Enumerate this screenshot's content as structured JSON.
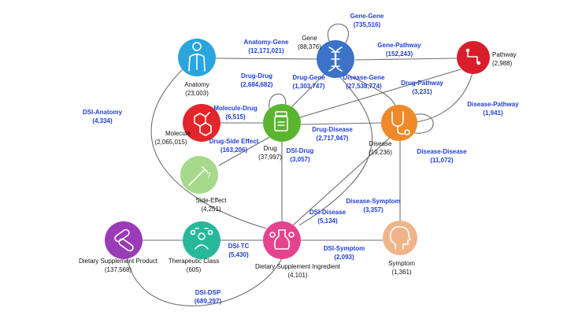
{
  "nodes": [
    {
      "id": "gene",
      "name": "Gene",
      "count": "(88,376)",
      "color": "#3c72c8",
      "icon": "dna-icon"
    },
    {
      "id": "pathway",
      "name": "Pathway",
      "count": "(2,988)",
      "color": "#d81e2a",
      "icon": "pathway-icon"
    },
    {
      "id": "anatomy",
      "name": "Anatomy",
      "count": "(23,003)",
      "color": "#2aa5dd",
      "icon": "body-icon"
    },
    {
      "id": "molecule",
      "name": "Molecule",
      "count": "(2,065,015)",
      "color": "#e2262b",
      "icon": "molecule-icon"
    },
    {
      "id": "drug",
      "name": "Drug",
      "count": "(37,997)",
      "color": "#5cb531",
      "icon": "pill-bottle-icon"
    },
    {
      "id": "disease",
      "name": "Disease",
      "count": "(19,236)",
      "color": "#ee8a2a",
      "icon": "stethoscope-icon"
    },
    {
      "id": "side_effect",
      "name": "Side-Effect",
      "count": "(4,251)",
      "color": "#a6d98c",
      "icon": "syringe-icon"
    },
    {
      "id": "dsp",
      "name": "Dietary Supplement Product",
      "count": "(137,568)",
      "color": "#9a3bb7",
      "icon": "capsules-icon"
    },
    {
      "id": "tc",
      "name": "Therapeutic Class",
      "count": "(605)",
      "color": "#27b89a",
      "icon": "people-icon"
    },
    {
      "id": "dsi",
      "name": "Dietary Supplement Ingredient",
      "count": "(4,101)",
      "color": "#e6438f",
      "icon": "flask-icon"
    },
    {
      "id": "symptom",
      "name": "Symptom",
      "count": "(1,361)",
      "color": "#f0b48a",
      "icon": "head-icon"
    }
  ],
  "edges": [
    {
      "id": "gene_gene",
      "name": "Gene-Gene",
      "count": "(735,516)"
    },
    {
      "id": "anatomy_gene",
      "name": "Anatomy-Gene",
      "count": "(12,171,021)"
    },
    {
      "id": "gene_pathway",
      "name": "Gene-Pathway",
      "count": "(152,243)"
    },
    {
      "id": "drug_drug",
      "name": "Drug-Drug",
      "count": "(2,684,682)"
    },
    {
      "id": "drug_gene",
      "name": "Drug-Gene",
      "count": "(1,303,747)"
    },
    {
      "id": "disease_gene",
      "name": "Disease-Gene",
      "count": "(27,538,774)"
    },
    {
      "id": "drug_pathway",
      "name": "Drug-Pathway",
      "count": "(3,231)"
    },
    {
      "id": "dsi_anatomy",
      "name": "DSI-Anatomy",
      "count": "(4,334)"
    },
    {
      "id": "molecule_drug",
      "name": "Molecule-Drug",
      "count": "(6,515)"
    },
    {
      "id": "disease_pathway",
      "name": "Disease-Pathway",
      "count": "(1,941)"
    },
    {
      "id": "drug_disease",
      "name": "Drug-Disease",
      "count": "(2,717,947)"
    },
    {
      "id": "drug_side_effect",
      "name": "Drug-Side Effect",
      "count": "(163,206)"
    },
    {
      "id": "dsi_drug",
      "name": "DSI-Drug",
      "count": "(3,057)"
    },
    {
      "id": "disease_disease",
      "name": "Disease-Disease",
      "count": "(11,072)"
    },
    {
      "id": "disease_symptom",
      "name": "Disease-Symptom",
      "count": "(3,357)"
    },
    {
      "id": "dsi_disease",
      "name": "DSI-Disease",
      "count": "(5,134)"
    },
    {
      "id": "dsi_tc",
      "name": "DSI-TC",
      "count": "(5,430)"
    },
    {
      "id": "dsi_symptom",
      "name": "DSI-Symptom",
      "count": "(2,093)"
    },
    {
      "id": "dsi_dsp",
      "name": "DSI-DSP",
      "count": "(689,297)"
    }
  ]
}
